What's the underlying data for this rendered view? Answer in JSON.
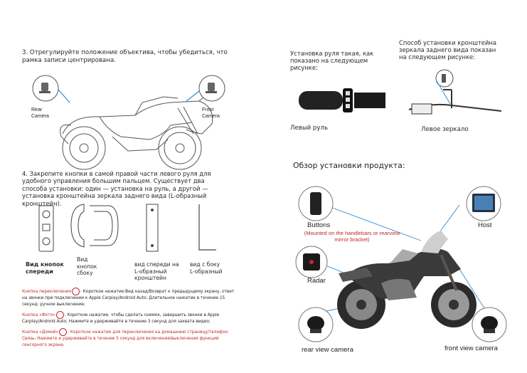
{
  "step3": {
    "text": "3. Отрегулируйте положение объектива, чтобы убедиться, что рамка записи центрирована.",
    "rear_label": "Rear Camera",
    "front_label": "Front Camera"
  },
  "step4": {
    "text": "4. Закрепите кнопки в самой правой части левого руля для удобного управления большим пальцем. Существует два способа установки: один — установка на руль, а другой — установка кронштейна зеркала заднего вида (L-образный кронштейн).",
    "captions": [
      "Вид кнопок спереди",
      "Вид кнопок сбоку",
      "вид спереди на L-образный кронштейн",
      "вид с боку L-образный"
    ]
  },
  "notes": {
    "switch_label": "Кнопка переключения",
    "switch_text": ": Короткое нажатие:Вид назад/Возврат к предыдущему экрану, ответ на звонки при подключении к Apple Carplay/Android Auto; Длительное нажатие в течение 15 секунд: ручное выключение;",
    "photo_label": "Кнопка «Фото»",
    "photo_text": ": Короткое нажатие, чтобы сделать снимок, завершить звонки в Apple Carplay/Android Auto; Нажмите и удерживайте в течение 3 секунд для захвата видео;",
    "home_label": "Кнопка «Домой»",
    "home_text": ": Короткое нажатие для переключения на домашнюю страницу/телефон Связь; Нажмите и удерживайте в течение 5 секунд для включения/выключения функций сенсорного экрана."
  },
  "mount": {
    "handlebar_text": "Установка руля такая, как показано на следующем рисунке:",
    "mirror_text": "Способ установки кронштейна зеркала заднего вида показан на следующем рисунке:",
    "left_bar": "Левый руль",
    "left_mirror": "Левое зеркало"
  },
  "overview": {
    "title": "Обзор установки продукта:",
    "buttons": "Buttons",
    "buttons_note": "(Mounted on the handlebars or rearview mirror bracket)",
    "host": "Host",
    "radar": "Radar",
    "rear_cam": "rear view camera",
    "front_cam": "front view camera"
  },
  "colors": {
    "accent_blue": "#2f8fd6",
    "note_red": "#c0282d"
  }
}
